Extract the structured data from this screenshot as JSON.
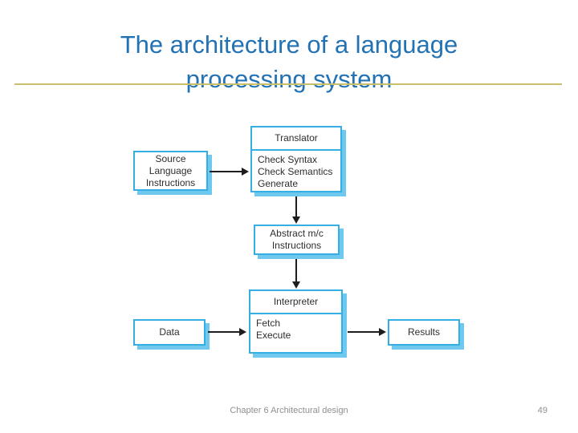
{
  "theme": {
    "background_color": "#FFFFFF",
    "title_color": "#2272B4",
    "rule_color": "#C9BE6C",
    "box_border_color": "#35AFE3",
    "box_shadow_color": "#6FC9EE",
    "arrow_color": "#1D1D1D",
    "diagram_text_color": "#2E2E2E",
    "footer_text_color": "#8F8F8F"
  },
  "title": {
    "full_text": "The architecture of a language processing system",
    "lines": [
      "The architecture of a language",
      "processing system"
    ]
  },
  "diagram": {
    "nodes": {
      "source": {
        "label": "Source\nLanguage\nInstructions"
      },
      "translator": {
        "title": "Translator",
        "body": "Check Syntax\nCheck Semantics\nGenerate"
      },
      "abstract": {
        "label": "Abstract m/c\nInstructions"
      },
      "interpreter": {
        "title": "Interpreter",
        "body": "Fetch\nExecute"
      },
      "data": {
        "label": "Data"
      },
      "results": {
        "label": "Results"
      }
    },
    "edges": [
      {
        "from": "source",
        "to": "translator",
        "direction": "right"
      },
      {
        "from": "translator",
        "to": "abstract",
        "direction": "down"
      },
      {
        "from": "abstract",
        "to": "interpreter",
        "direction": "down"
      },
      {
        "from": "data",
        "to": "interpreter",
        "direction": "right"
      },
      {
        "from": "interpreter",
        "to": "results",
        "direction": "right"
      }
    ]
  },
  "footer": {
    "chapter": "Chapter 6 Architectural design",
    "page_number": "49"
  }
}
